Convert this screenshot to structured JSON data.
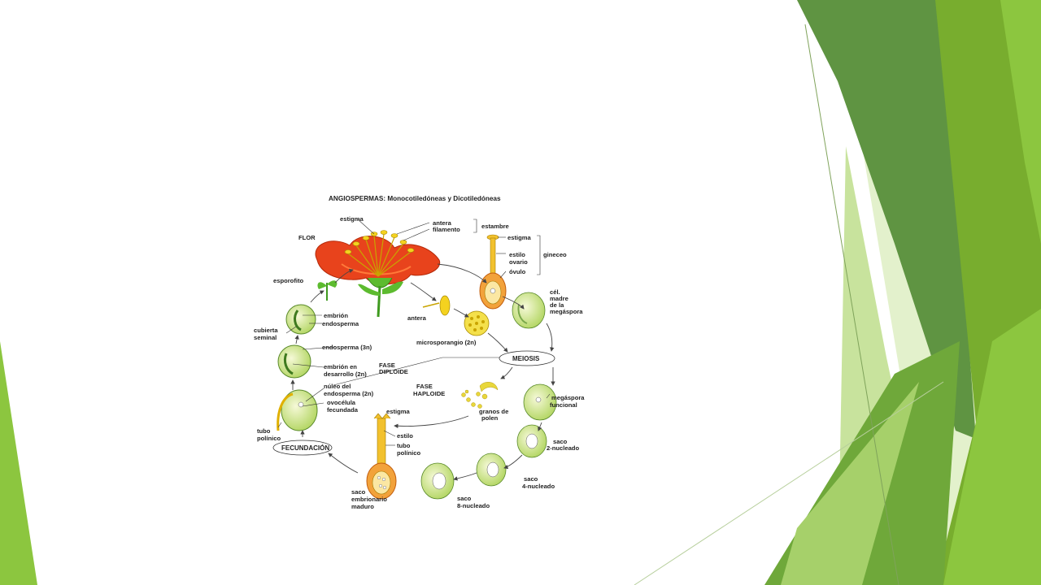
{
  "slide": {
    "colors": {
      "green_dark": "#5f9442",
      "green_mid": "#78ad2e",
      "green_bright": "#8cc63f",
      "green_light": "#d4eab0"
    }
  },
  "diagram": {
    "title": "ANGIOSPERMAS: Monocotiledóneas y Dicotiledóneas",
    "labels": {
      "estigma_top": "estigma",
      "antera_top": "antera",
      "filamento": "filamento",
      "estambre": "estambre",
      "flor": "FLOR",
      "estigma_pistil": "estigma",
      "estilo_pistil": "estilo",
      "ovario": "ovario",
      "ovulo": "óvulo",
      "gineceo": "gineceo",
      "esporofito": "esporofito",
      "embrion": "embrión",
      "endosperma": "endosperma",
      "cubierta_1": "cubierta",
      "cubierta_2": "seminal",
      "cel_madre_1": "cél.",
      "cel_madre_2": "madre",
      "cel_madre_3": "de la",
      "cel_madre_4": "megáspora",
      "antera_mid": "antera",
      "microsporangio": "microsporangio (2n)",
      "endosperma_3n": "endosperma (3n)",
      "embrion_des_1": "embrión en",
      "embrion_des_2": "desarrollo (2n)",
      "fase_diploide_1": "FASE",
      "fase_diploide_2": "DIPLOIDE",
      "meiosis": "MEIOSIS",
      "fase_haploide_1": "FASE",
      "fase_haploide_2": "HAPLOIDE",
      "nucleo_1": "núleo del",
      "nucleo_2": "endosperma (2n)",
      "ovocelula_1": "ovocélula",
      "ovocelula_2": "fecundada",
      "estigma_low": "estigma",
      "granos_1": "granos de",
      "granos_2": "polen",
      "megaspora_1": "megáspora",
      "megaspora_2": "funcional",
      "tubo_left_1": "tubo",
      "tubo_left_2": "polínico",
      "fecundacion": "FECUNDACIÓN",
      "estilo_low": "estilo",
      "tubo_mid_1": "tubo",
      "tubo_mid_2": "polínico",
      "saco2_1": "saco",
      "saco2_2": "2-nucleado",
      "saco4_1": "saco",
      "saco4_2": "4-nucleado",
      "saco_emb_1": "saco",
      "saco_emb_2": "embrionario",
      "saco_emb_3": "maduro",
      "saco8_1": "saco",
      "saco8_2": "8-nucleado"
    }
  }
}
